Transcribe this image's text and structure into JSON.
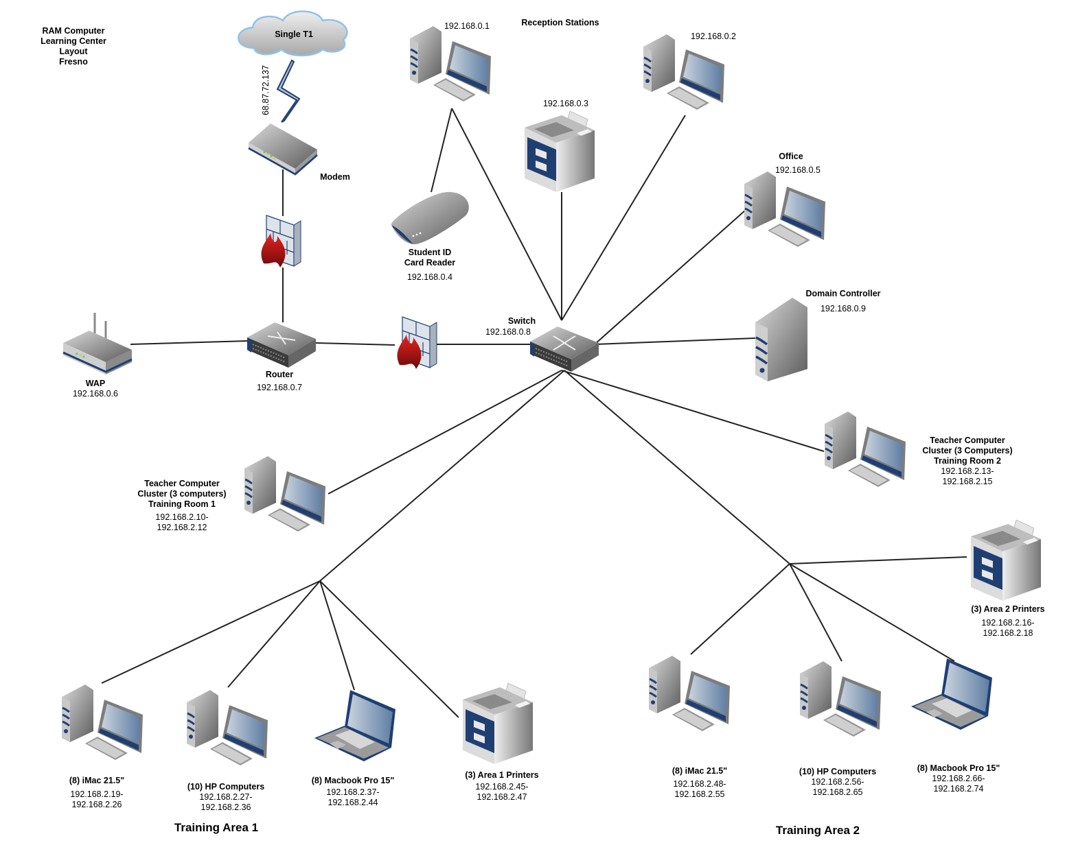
{
  "title": [
    "RAM Computer",
    "Learning Center",
    "Layout",
    "Fresno"
  ],
  "cloud": {
    "label": "Single T1",
    "link_ip": "68.87.72.137"
  },
  "modem": {
    "label": "Modem"
  },
  "router": {
    "label": "Router",
    "ip": "192.168.0.7"
  },
  "wap": {
    "label": "WAP",
    "ip": "192.168.0.6"
  },
  "switch": {
    "label": "Switch",
    "ip": "192.168.0.8"
  },
  "reception": {
    "heading": "Reception Stations",
    "station1_ip": "192.168.0.1",
    "station2_ip": "192.168.0.2",
    "printer_ip": "192.168.0.3",
    "card_reader": {
      "label1": "Student ID",
      "label2": "Card Reader",
      "ip": "192.168.0.4"
    }
  },
  "office": {
    "label": "Office",
    "ip": "192.168.0.5"
  },
  "domain_controller": {
    "label": "Domain Controller",
    "ip": "192.168.0.9"
  },
  "teacher1": {
    "line1": "Teacher Computer",
    "line2": "Cluster (3 computers)",
    "line3": "Training Room 1",
    "ip_start": "192.168.2.10-",
    "ip_end": "192.168.2.12"
  },
  "teacher2": {
    "line1": "Teacher Computer",
    "line2": "Cluster (3 Computers)",
    "line3": "Training Room 2",
    "ip_start": "192.168.2.13-",
    "ip_end": "192.168.2.15"
  },
  "area2_printers": {
    "label": "(3) Area 2 Printers",
    "ip_start": "192.168.2.16-",
    "ip_end": "192.168.2.18"
  },
  "training_area_1": {
    "title": "Training Area 1",
    "devices": [
      {
        "label": "(8) iMac 21.5\"",
        "ip_start": "192.168.2.19-",
        "ip_end": "192.168.2.26"
      },
      {
        "label": "(10) HP Computers",
        "ip_start": "192.168.2.27-",
        "ip_end": "192.168.2.36"
      },
      {
        "label": "(8) Macbook Pro 15\"",
        "ip_start": "192.168.2.37-",
        "ip_end": "192.168.2.44"
      },
      {
        "label": "(3) Area 1 Printers",
        "ip_start": "192.168.2.45-",
        "ip_end": "192.168.2.47"
      }
    ]
  },
  "training_area_2": {
    "title": "Training Area 2",
    "devices": [
      {
        "label": "(8) iMac 21.5\"",
        "ip_start": "192.168.2.48-",
        "ip_end": "192.168.2.55"
      },
      {
        "label": "(10) HP Computers",
        "ip_start": "192.168.2.56-",
        "ip_end": "192.168.2.65"
      },
      {
        "label": "(8) Macbook Pro 15\"",
        "ip_start": "192.168.2.66-",
        "ip_end": "192.168.2.74"
      }
    ]
  },
  "colors": {
    "accent_blue": "#1f3f73",
    "firewall_red": "#b5121b",
    "cloud_stroke": "#8ec3ea"
  }
}
